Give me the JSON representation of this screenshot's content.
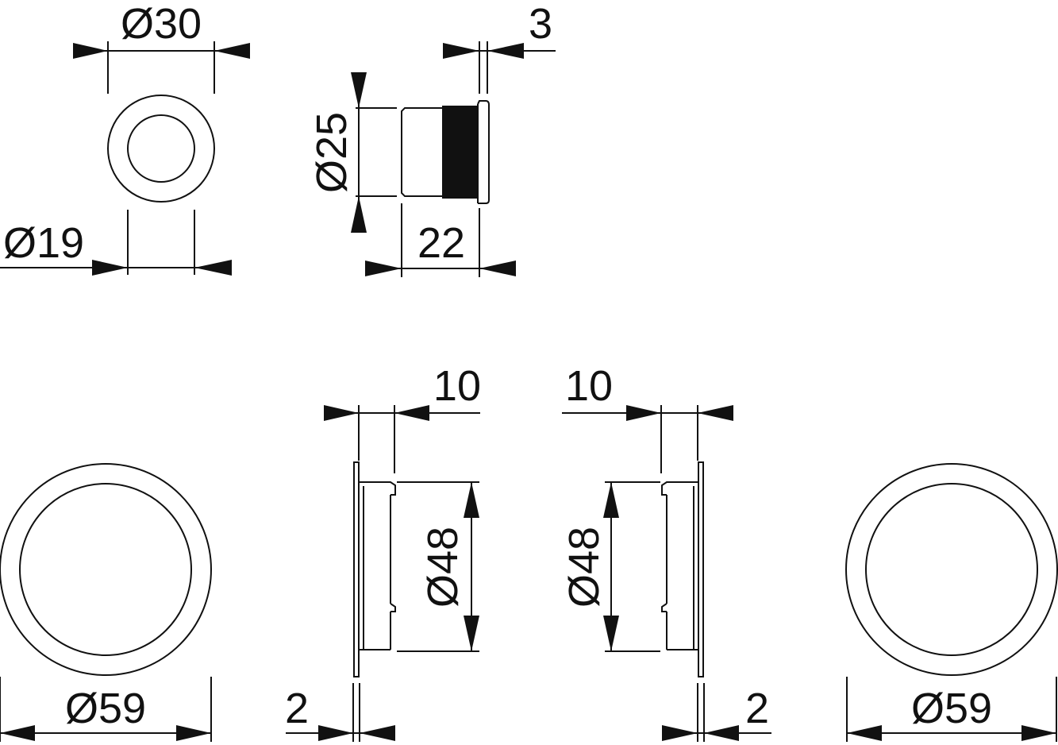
{
  "colors": {
    "line": "#111111",
    "background": "#ffffff"
  },
  "top_small_front": {
    "outer_diameter_label": "Ø30",
    "inner_diameter_label": "Ø19"
  },
  "top_small_side": {
    "diameter_label": "Ø25",
    "depth_label": "22",
    "flange_label": "3"
  },
  "bottom_left_front": {
    "diameter_label": "Ø59"
  },
  "bottom_left_side": {
    "depth_label": "10",
    "diameter_label": "Ø48",
    "flange_label": "2"
  },
  "bottom_right_side": {
    "depth_label": "10",
    "diameter_label": "Ø48",
    "flange_label": "2"
  },
  "bottom_right_front": {
    "diameter_label": "Ø59"
  }
}
